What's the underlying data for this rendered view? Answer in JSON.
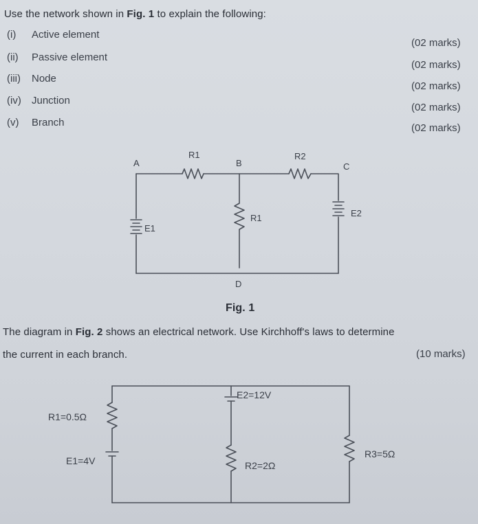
{
  "question1": {
    "intro_pre": "Use the network shown in ",
    "intro_fig": "Fig. 1",
    "intro_post": " to explain the following:",
    "items": [
      {
        "num": "(i)",
        "text": "Active element",
        "marks": "(02 marks)"
      },
      {
        "num": "(ii)",
        "text": "Passive element",
        "marks": "(02 marks)"
      },
      {
        "num": "(iii)",
        "text": "Node",
        "marks": "(02 marks)"
      },
      {
        "num": "(iv)",
        "text": "Junction",
        "marks": "(02 marks)"
      },
      {
        "num": "(v)",
        "text": "Branch",
        "marks": "(02 marks)"
      }
    ]
  },
  "fig1": {
    "caption": "Fig. 1",
    "labels": {
      "A": "A",
      "B": "B",
      "C": "C",
      "D": "D",
      "R1_top": "R1",
      "R2_top": "R2",
      "R1_mid": "R1",
      "E1": "E1",
      "E2": "E2"
    }
  },
  "question2": {
    "line1_pre": "The diagram in ",
    "line1_fig": "Fig. 2",
    "line1_post": " shows an electrical network. Use Kirchhoff's laws to determine",
    "line2": "the current in each branch.",
    "marks": "(10 marks)"
  },
  "fig2": {
    "labels": {
      "R1": "R1=0.5Ω",
      "E1": "E1=4V",
      "E2": "E2=12V",
      "R2": "R2=2Ω",
      "R3": "R3=5Ω"
    }
  }
}
